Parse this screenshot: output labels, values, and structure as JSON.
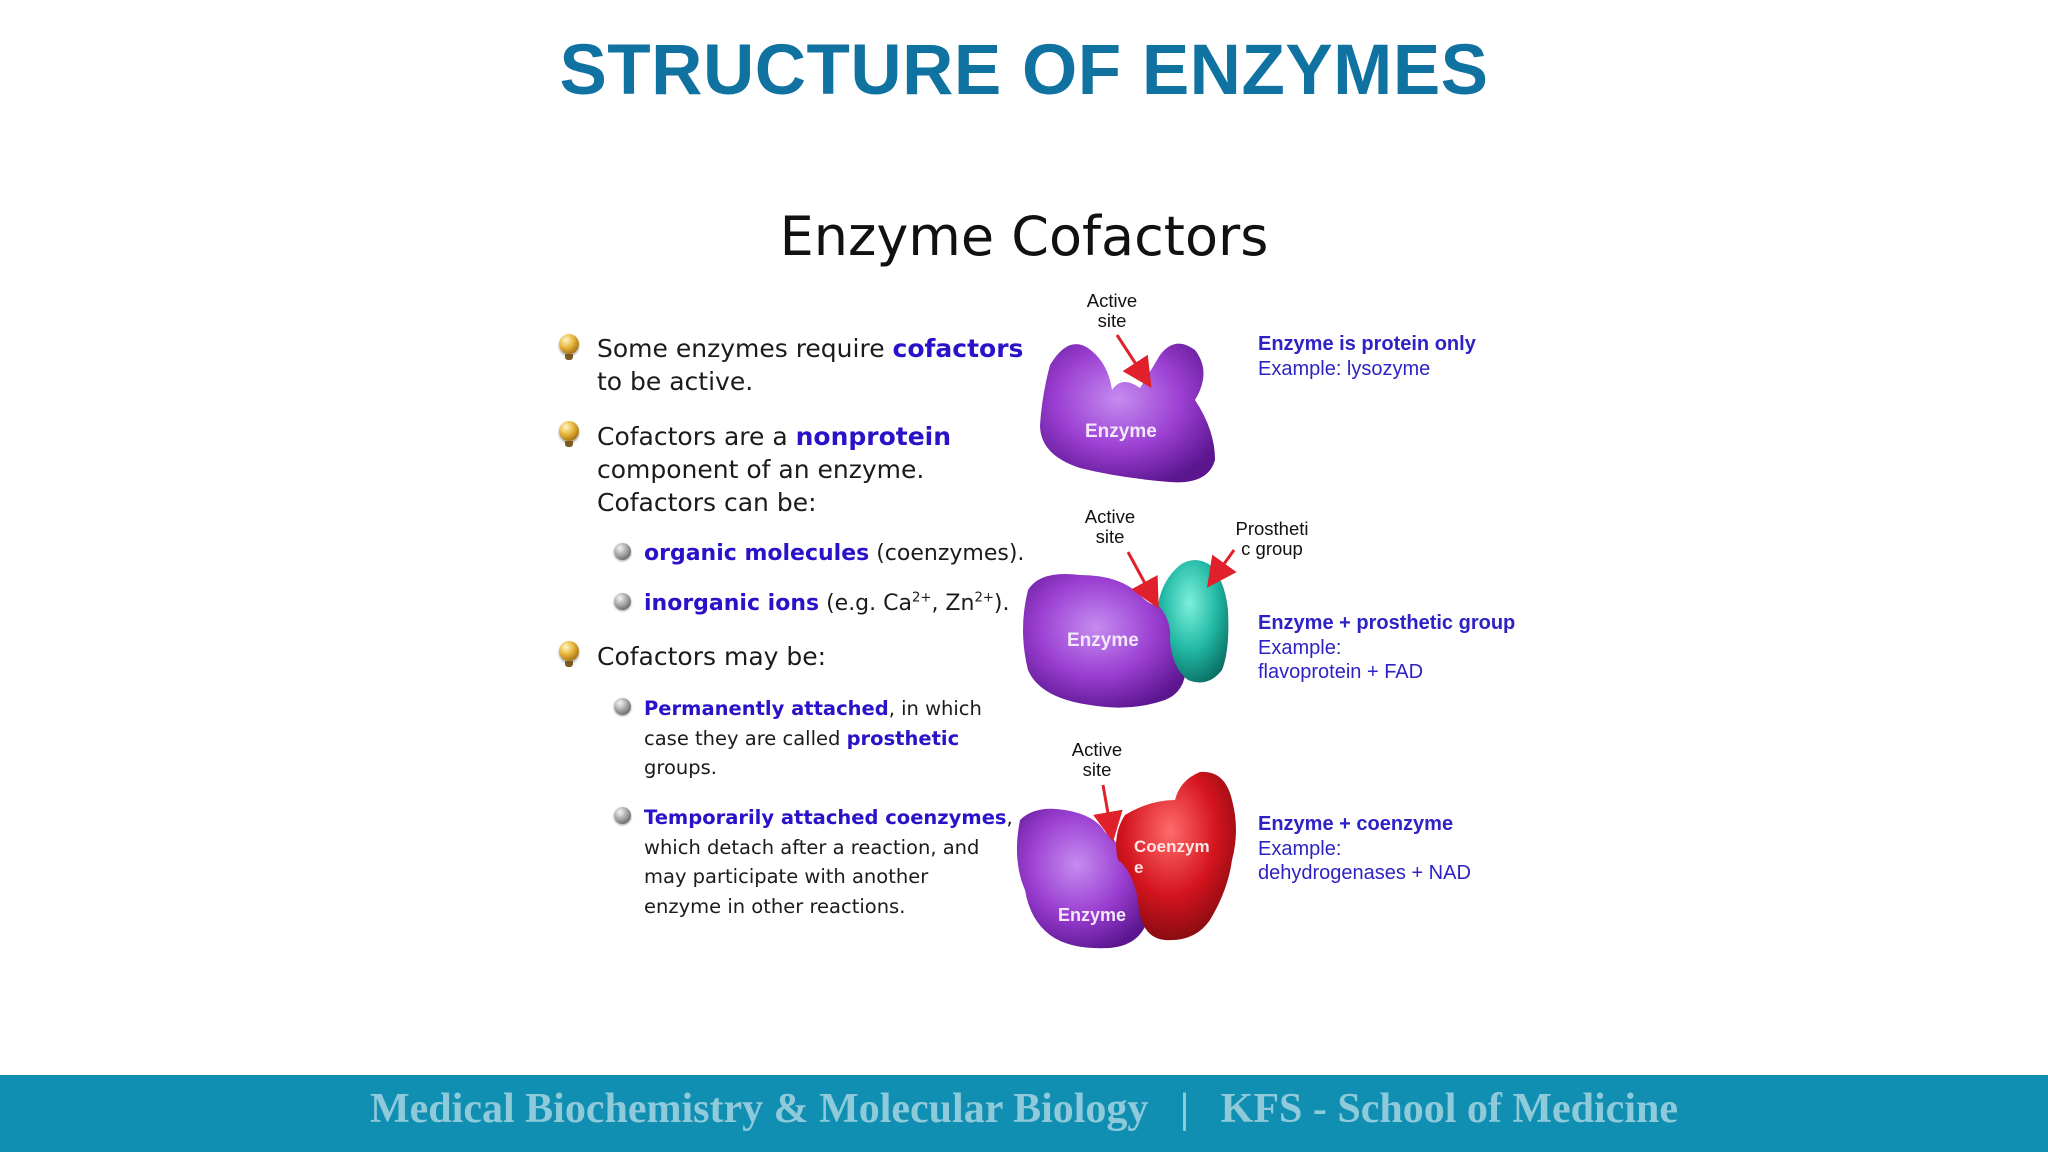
{
  "slide": {
    "title": "STRUCTURE OF ENZYMES"
  },
  "figure": {
    "title": "Enzyme Cofactors",
    "bullets": {
      "b1": {
        "pre": "Some enzymes require ",
        "hl": "cofactors",
        "post_line": "to be active."
      },
      "b2": {
        "pre": "Cofactors are a ",
        "hl": "nonprotein",
        "line2": "component of an enzyme.",
        "line3": "Cofactors can be:"
      },
      "b2_sub1": {
        "hl": "organic molecules",
        "post": " (coenzymes)."
      },
      "b2_sub2": {
        "hl": "inorganic ions",
        "pre_ca": " (e.g. Ca",
        "sup1": "2+",
        "mid": ", Zn",
        "sup2": "2+",
        "end": ")."
      },
      "b3": {
        "text": "Cofactors may be:"
      },
      "b3_sub1": {
        "hl": "Permanently attached",
        "post": ", in which",
        "line2": "case they are called ",
        "hl2": "prosthetic",
        "line3": "groups."
      },
      "b3_sub2": {
        "hl": "Temporarily attached coenzymes",
        "post": ",",
        "line2": "which detach after a reaction, and",
        "line3": "may participate with another",
        "line4": "enzyme in other reactions."
      }
    },
    "diagrams": [
      {
        "active_site_label": [
          "Active",
          "site"
        ],
        "enzyme_label": "Enzyme",
        "caption_title": "Enzyme is protein only",
        "caption_lines": [
          "Example: lysozyme"
        ]
      },
      {
        "active_site_label": [
          "Active",
          "site"
        ],
        "extra_label": [
          "Prostheti",
          "c group"
        ],
        "enzyme_label": "Enzyme",
        "caption_title": "Enzyme + prosthetic group",
        "caption_lines": [
          "Example:",
          "flavoprotein + FAD"
        ]
      },
      {
        "active_site_label": [
          "Active",
          "site"
        ],
        "enzyme_label": "Enzyme",
        "coenzyme_label": [
          "Coenzym",
          "e"
        ],
        "caption_title": "Enzyme + coenzyme",
        "caption_lines": [
          "Example:",
          "dehydrogenases + NAD"
        ]
      }
    ]
  },
  "footer": {
    "text": "Medical Biochemistry & Molecular Biology   |   KFS - School of Medicine"
  },
  "colors": {
    "title": "#0f72a0",
    "highlight": "#2a12c9",
    "caption": "#2e22c4",
    "footer_bg": "#118fb2",
    "footer_text": "#8fcadb",
    "enzyme": "#9a3fd0",
    "prosthetic": "#1fb9a6",
    "coenzyme": "#d4141e",
    "arrow": "#e0202a"
  }
}
